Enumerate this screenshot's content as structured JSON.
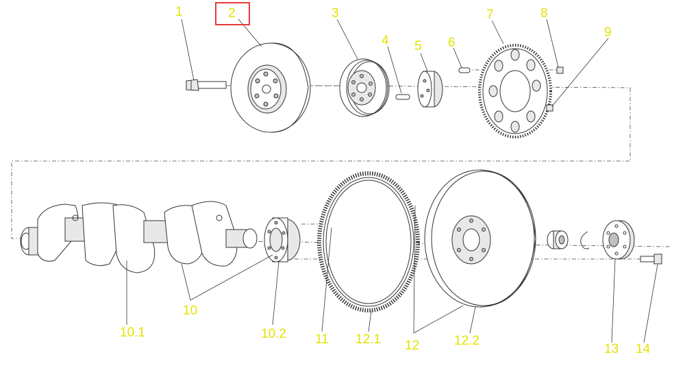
{
  "colors": {
    "callout": "#e3e300",
    "highlight": "#e53935",
    "line": "#333333"
  },
  "selected_part": "2",
  "callouts": {
    "c1": "1",
    "c2": "2",
    "c3": "3",
    "c4": "4",
    "c5": "5",
    "c6": "6",
    "c7": "7",
    "c8": "8",
    "c9": "9",
    "c10": "10",
    "c10_1": "10.1",
    "c10_2": "10.2",
    "c11": "11",
    "c12": "12",
    "c12_1": "12.1",
    "c12_2": "12.2",
    "c13": "13",
    "c14": "14"
  }
}
